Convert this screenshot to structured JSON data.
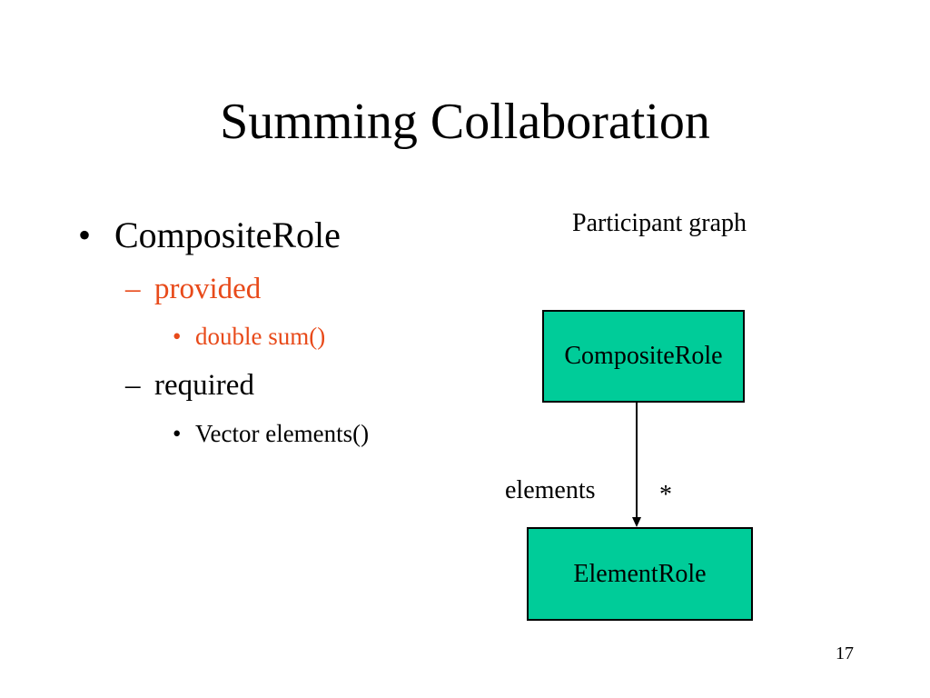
{
  "slide": {
    "title": "Summing Collaboration",
    "page_number": "17"
  },
  "bullets": {
    "role": {
      "marker": "•",
      "label": "CompositeRole"
    },
    "provided": {
      "marker": "–",
      "label": "provided",
      "item": {
        "marker": "•",
        "label": "double sum()"
      }
    },
    "required": {
      "marker": "–",
      "label": "required",
      "item": {
        "marker": "•",
        "label": "Vector elements()"
      }
    }
  },
  "graph": {
    "caption": "Participant graph",
    "source_box": "CompositeRole",
    "target_box": "ElementRole",
    "edge_label": "elements",
    "multiplicity": "*"
  },
  "colors": {
    "box_fill": "#00cc99",
    "accent_text": "#e84a1a",
    "text": "#000000"
  }
}
